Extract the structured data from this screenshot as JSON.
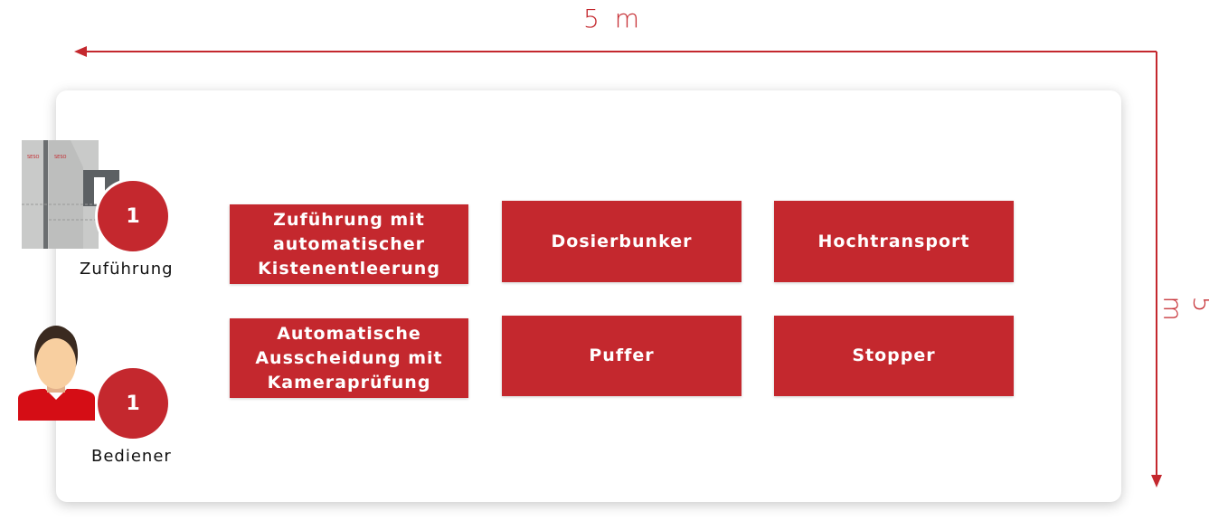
{
  "dimensions": {
    "width": "5 m",
    "depth": "5 m"
  },
  "resources": [
    {
      "count": "1",
      "label": "Zuführung",
      "icon": "sorting-machine-icon"
    },
    {
      "count": "1",
      "label": "Bediener",
      "icon": "operator-icon"
    }
  ],
  "modules": [
    "Zuführung mit\nautomatischer\nKistenentleerung",
    "Dosierbunker",
    "Hochtransport",
    "Automatische\nAusscheidung mit\nKameraprüfung",
    "Puffer",
    "Stopper"
  ],
  "colors": {
    "accent": "#c4282e"
  }
}
